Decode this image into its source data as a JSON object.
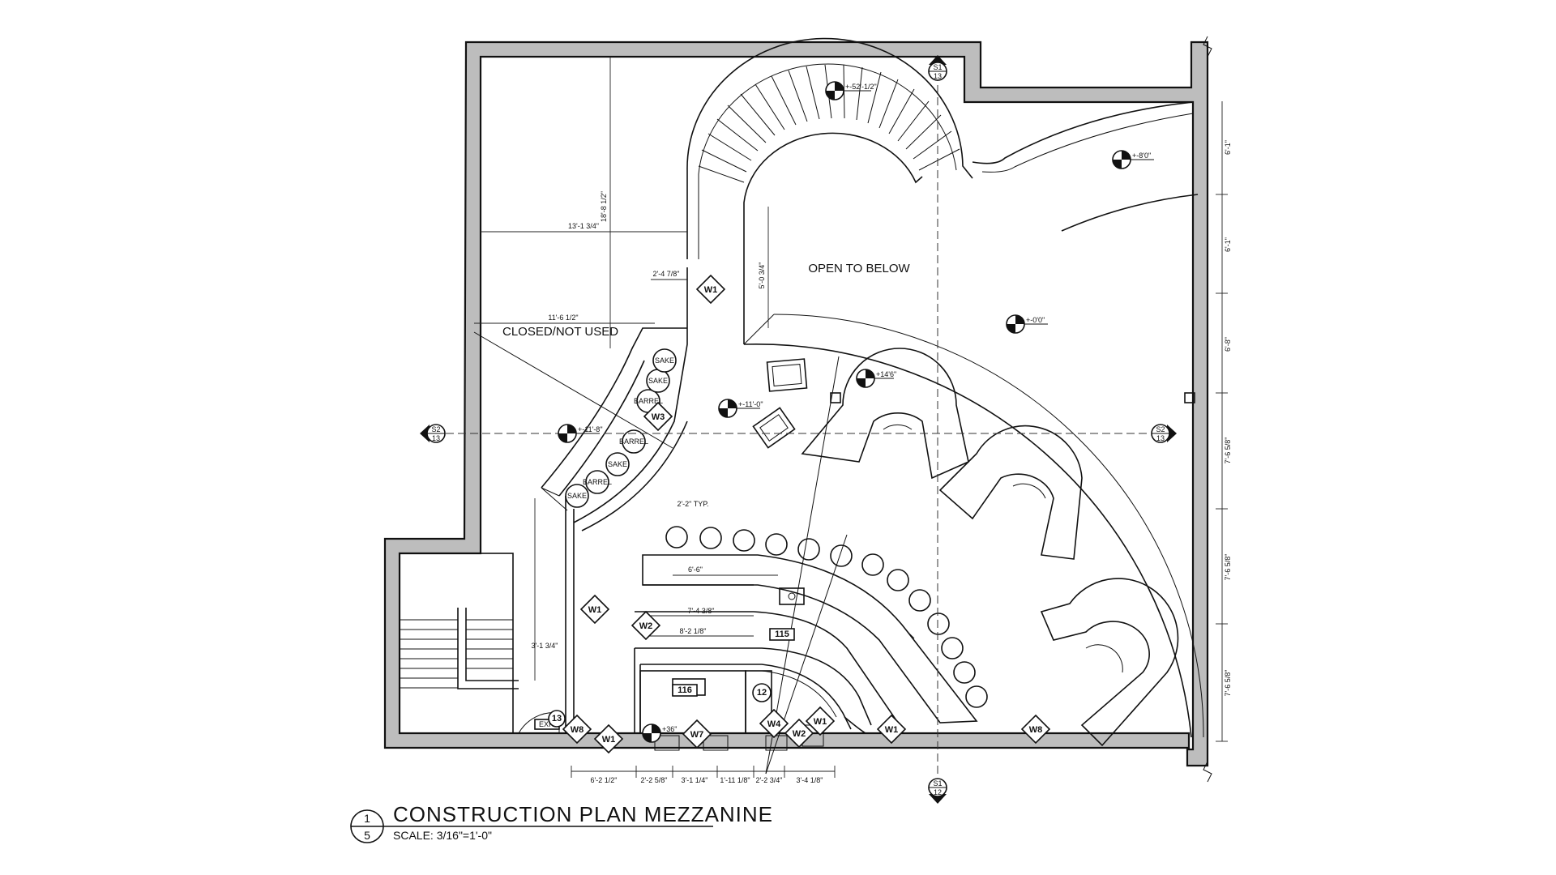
{
  "title_block": {
    "detail_number": "1",
    "sheet_number": "5",
    "title": "CONSTRUCTION PLAN MEZZANINE",
    "scale": "SCALE: 3/16\"=1'-0\""
  },
  "room_labels": {
    "open_to_below": "OPEN TO BELOW",
    "closed_not_used": "CLOSED/NOT USED",
    "exit": "EXIT"
  },
  "room_tags": {
    "r115": "115",
    "r116": "116",
    "r12": "12",
    "r13": "13"
  },
  "wall_tags": {
    "w1": "W1",
    "w2": "W2",
    "w3": "W3",
    "w4": "W4",
    "w7": "W7",
    "w8": "W8"
  },
  "section_markers": {
    "s1_num": "S1",
    "s1_sheet": "13",
    "s1b_num": "S1",
    "s1b_sheet": "12",
    "s2_num": "S2",
    "s2_sheet": "13"
  },
  "elevations": {
    "e1": "+-52'-1/2\"",
    "e2": "+-8'0\"",
    "e3": "+-0'0\"",
    "e4": "+-11'-0\"",
    "e5": "+-11'-8\"",
    "e6": "+14'6\"",
    "e7": "+36\""
  },
  "barrel_labels": [
    "SAKE",
    "BARREL"
  ],
  "dimensions": {
    "d1": "13'-1 3/4\"",
    "d2": "11'-6 1/2\"",
    "d3": "2'-4 7/8\"",
    "d4": "18'-8 1/2\"",
    "d5": "5'-0 3/4\"",
    "d6": "6'-6\"",
    "d7": "2'-2\" TYP.",
    "d8": "7'-4 3/8\"",
    "d9": "8'-2 1/8\"",
    "d10": "3'-1 3/4\"",
    "d11": "6'-1\"",
    "d12": "6'-1\"",
    "d13": "6'-8\"",
    "d14": "7'-6 5/8\"",
    "d15": "7'-6 5/8\"",
    "d16": "7'-6 5/8\"",
    "b1": "6'-2 1/2\"",
    "b2": "2'-2 5/8\"",
    "b3": "3'-1 1/4\"",
    "b4": "1'-11 1/8\"",
    "b5": "2'-2 3/4\"",
    "b6": "3'-4 1/8\""
  }
}
